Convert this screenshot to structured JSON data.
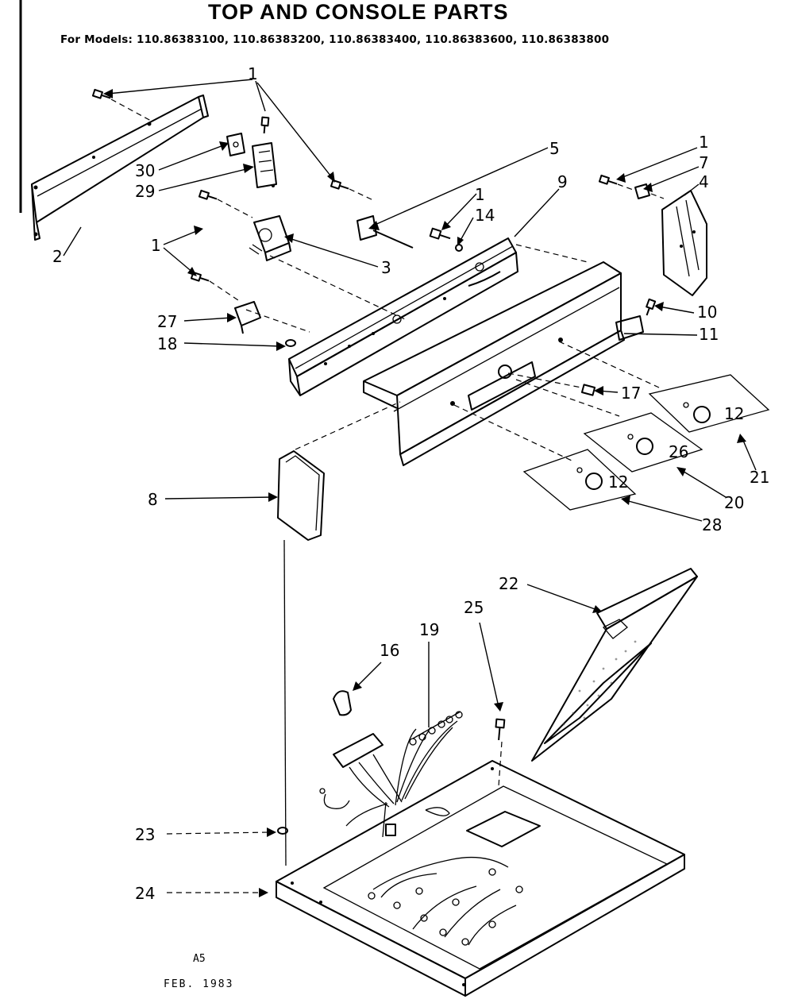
{
  "diagram": {
    "title": "TOP AND CONSOLE PARTS",
    "subtitle": "For Models: 110.86383100, 110.86383200, 110.86383400, 110.86383600, 110.86383800",
    "footer_code": "A5",
    "footer_date": "FEB. 1983",
    "callouts": {
      "c1a": "1",
      "c1b": "1",
      "c1c": "1",
      "c1d": "1",
      "c2": "2",
      "c3": "3",
      "c4": "4",
      "c5": "5",
      "c7": "7",
      "c8": "8",
      "c9": "9",
      "c10": "10",
      "c11": "11",
      "c12a": "12",
      "c12b": "12",
      "c14": "14",
      "c16": "16",
      "c17": "17",
      "c18": "18",
      "c19": "19",
      "c20": "20",
      "c21": "21",
      "c22": "22",
      "c23": "23",
      "c24": "24",
      "c25": "25",
      "c26": "26",
      "c27": "27",
      "c28": "28",
      "c29": "29",
      "c30": "30"
    }
  }
}
